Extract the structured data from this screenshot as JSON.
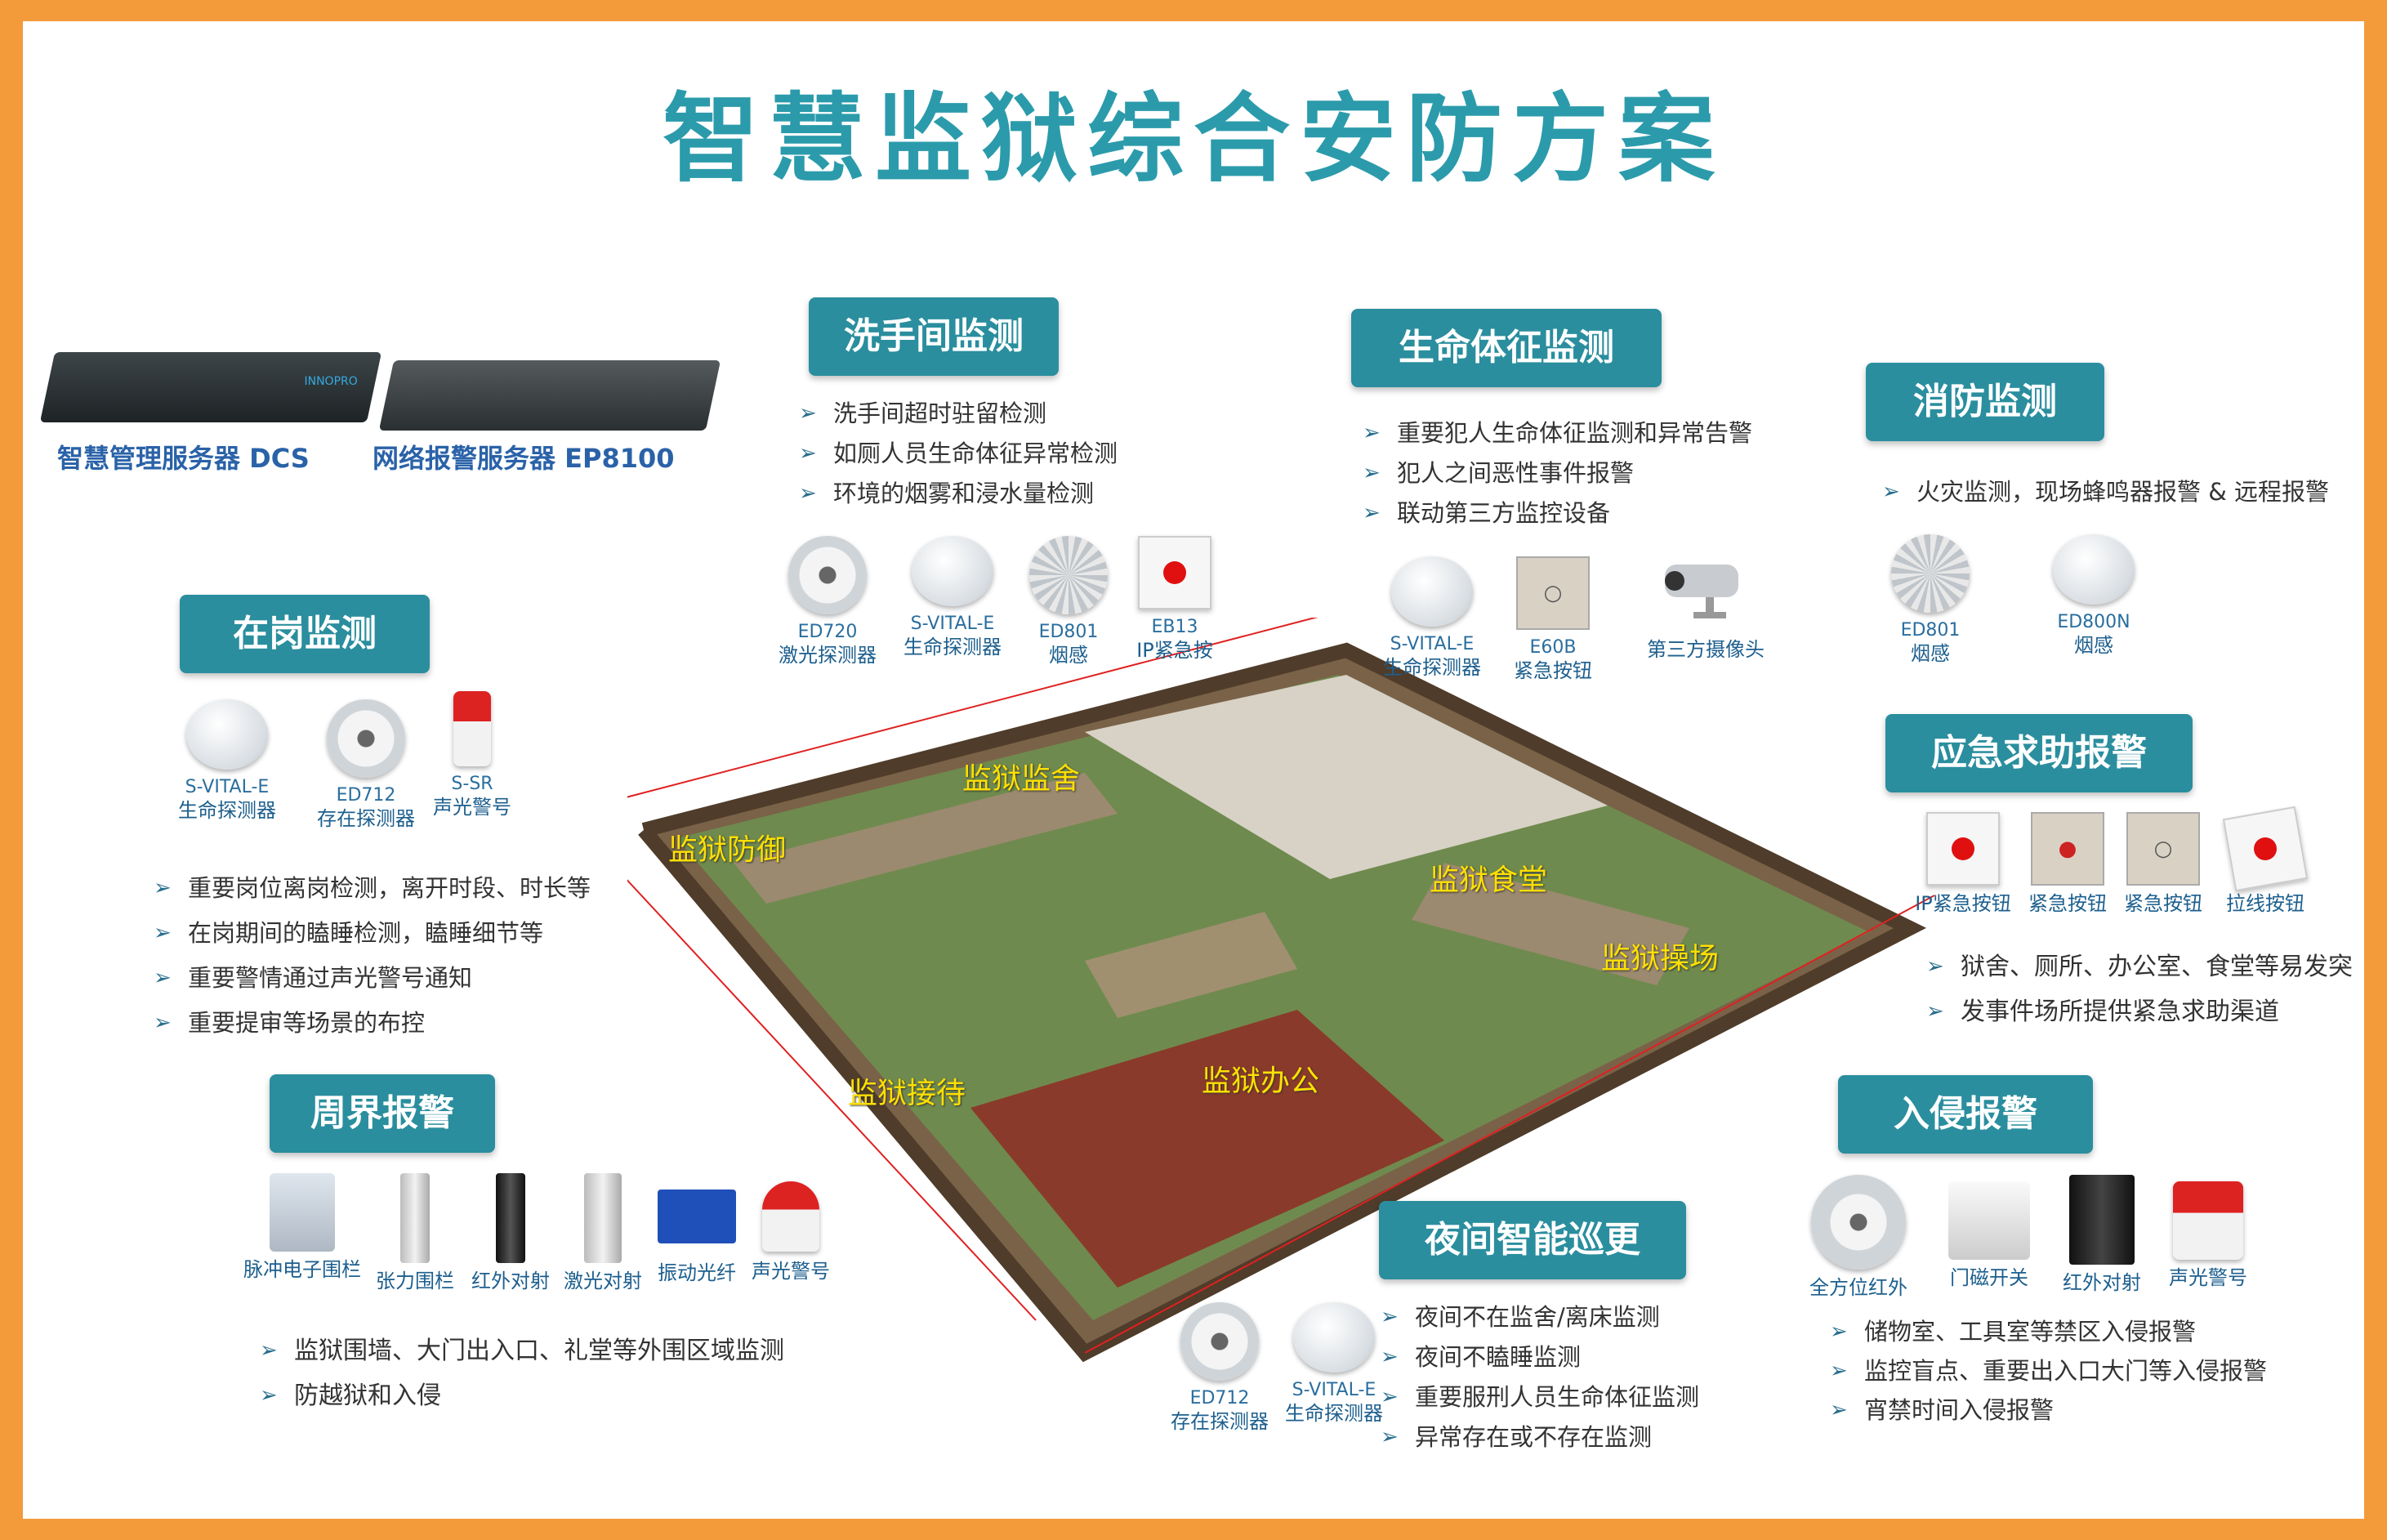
{
  "title": "智慧监狱综合安防方案",
  "servers": [
    {
      "brand": "INNOPRO",
      "label": "智慧管理服务器 DCS"
    },
    {
      "label": "网络报警服务器 EP8100"
    }
  ],
  "zones": [
    "监狱监舍",
    "监狱防御",
    "监狱食堂",
    "监狱操场",
    "监狱接待",
    "监狱办公"
  ],
  "sections": {
    "restroom": {
      "heading": "洗手间监测",
      "bullets": [
        "洗手间超时驻留检测",
        "如厕人员生命体征异常检测",
        "环境的烟雾和浸水量检测"
      ],
      "devices": [
        {
          "model": "ED720",
          "name": "激光探测器",
          "icon": "laser-detector-icon"
        },
        {
          "model": "S-VITAL-E",
          "name": "生命探测器",
          "icon": "vital-detector-icon"
        },
        {
          "model": "ED801",
          "name": "烟感",
          "icon": "smoke-detector-icon"
        },
        {
          "model": "EB13",
          "name": "IP紧急按",
          "icon": "ip-emergency-button-icon"
        }
      ]
    },
    "vital": {
      "heading": "生命体征监测",
      "bullets": [
        "重要犯人生命体征监测和异常告警",
        "犯人之间恶性事件报警",
        "联动第三方监控设备"
      ],
      "devices": [
        {
          "model": "S-VITAL-E",
          "name": "生命探测器",
          "icon": "vital-detector-icon"
        },
        {
          "model": "E60B",
          "name": "紧急按钮",
          "icon": "emergency-button-icon"
        },
        {
          "model": "",
          "name": "第三方摄像头",
          "icon": "camera-icon"
        }
      ]
    },
    "fire": {
      "heading": "消防监测",
      "bullets": [
        "火灾监测，现场蜂鸣器报警 & 远程报警"
      ],
      "devices": [
        {
          "model": "ED801",
          "name": "烟感",
          "icon": "smoke-detector-icon"
        },
        {
          "model": "ED800N",
          "name": "烟感",
          "icon": "smoke-detector-icon"
        }
      ]
    },
    "duty": {
      "heading": "在岗监测",
      "bullets": [
        "重要岗位离岗检测，离开时段、时长等",
        "在岗期间的瞌睡检测，瞌睡细节等",
        "重要警情通过声光警号通知",
        "重要提审等场景的布控"
      ],
      "devices": [
        {
          "model": "S-VITAL-E",
          "name": "生命探测器",
          "icon": "vital-detector-icon"
        },
        {
          "model": "ED712",
          "name": "存在探测器",
          "icon": "presence-detector-icon"
        },
        {
          "model": "S-SR",
          "name": "声光警号",
          "icon": "siren-icon"
        }
      ]
    },
    "emergency": {
      "heading": "应急求助报警",
      "bullets": [
        "狱舍、厕所、办公室、食堂等易发突",
        "发事件场所提供紧急求助渠道"
      ],
      "devices": [
        {
          "name": "IP紧急按钮",
          "icon": "ip-emergency-button-icon"
        },
        {
          "name": "紧急按钮",
          "icon": "emergency-button-icon"
        },
        {
          "name": "紧急按钮",
          "icon": "emergency-button-icon"
        },
        {
          "name": "拉线按钮",
          "icon": "pull-cord-button-icon"
        }
      ]
    },
    "perimeter": {
      "heading": "周界报警",
      "bullets": [
        "监狱围墙、大门出入口、礼堂等外围区域监测",
        "防越狱和入侵"
      ],
      "devices": [
        {
          "name": "脉冲电子围栏",
          "icon": "pulse-fence-icon"
        },
        {
          "name": "张力围栏",
          "icon": "tension-fence-icon"
        },
        {
          "name": "红外对射",
          "icon": "infrared-beam-icon"
        },
        {
          "name": "激光对射",
          "icon": "laser-beam-icon"
        },
        {
          "name": "振动光纤",
          "icon": "vibration-fiber-icon"
        },
        {
          "name": "声光警号",
          "icon": "siren-icon"
        }
      ]
    },
    "night": {
      "heading": "夜间智能巡更",
      "bullets": [
        "夜间不在监舍/离床监测",
        "夜间不瞌睡监测",
        "重要服刑人员生命体征监测",
        "异常存在或不存在监测"
      ],
      "devices": [
        {
          "model": "ED712",
          "name": "存在探测器",
          "icon": "presence-detector-icon"
        },
        {
          "model": "S-VITAL-E",
          "name": "生命探测器",
          "icon": "vital-detector-icon"
        }
      ]
    },
    "intrusion": {
      "heading": "入侵报警",
      "bullets": [
        "储物室、工具室等禁区入侵报警",
        "监控盲点、重要出入口大门等入侵报警",
        "宵禁时间入侵报警"
      ],
      "devices": [
        {
          "name": "全方位红外",
          "icon": "omni-infrared-icon"
        },
        {
          "name": "门磁开关",
          "icon": "door-contact-icon"
        },
        {
          "name": "红外对射",
          "icon": "infrared-beam-icon"
        },
        {
          "name": "声光警号",
          "icon": "siren-icon"
        }
      ]
    }
  }
}
